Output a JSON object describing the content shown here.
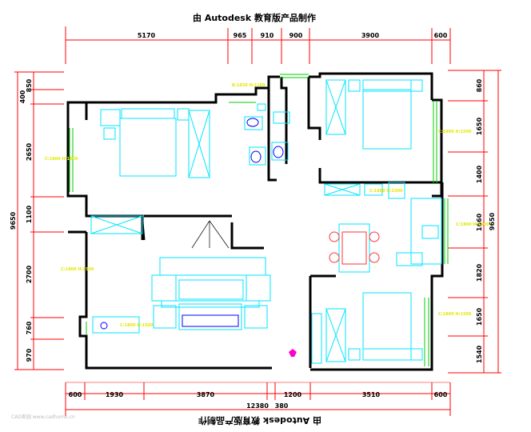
{
  "title_top": "由 Autodesk 教育版产品制作",
  "title_bottom": "由 Autodesk 教育版产品制作",
  "top_dims": [
    "5170",
    "965",
    "910",
    "900",
    "3900",
    "600"
  ],
  "bottom_dims": [
    "600",
    "1930",
    "3870",
    "1200",
    "3510",
    "600"
  ],
  "bottom_total": "12380",
  "bottom_small": "380",
  "left_dims": [
    "400",
    "850",
    "2650",
    "1100",
    "2700",
    "760",
    "970"
  ],
  "left_total": "9650",
  "right_dims": [
    "860",
    "1650",
    "1400",
    "1660",
    "1820",
    "1650",
    "1540"
  ],
  "right_total": "9650",
  "annotations": [
    "B:1830 H:2100",
    "C:1800 H:1500",
    "C:1800 H:1500",
    "C:1800 H:1500",
    "C:1800 H:1500",
    "C:1800 H:1500",
    "C:1800 H:1500",
    "C:1800 H:1500"
  ],
  "watermark": "CAD家园 www.cadhome.cn",
  "colors": {
    "wall": "#000000",
    "furniture": "#00e5ff",
    "dim_line": "#ff0000",
    "window": "#00cc00",
    "anno": "#e6e600",
    "marker": "#ff00cc"
  }
}
